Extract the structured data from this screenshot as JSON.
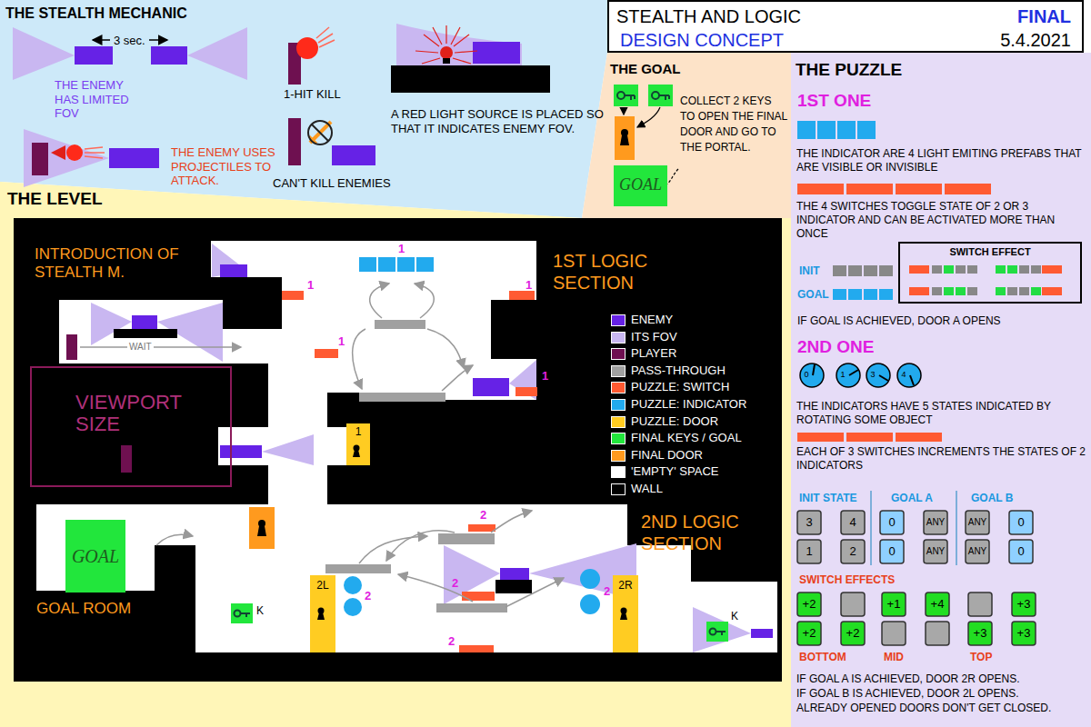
{
  "diagram": {
    "title": "STEALTH AND LOGIC",
    "nodes": [
      {
        "text": [
          "DESIGN CONCEPT",
          "FINAL",
          "5.4.2021"
        ]
      },
      {
        "text": [
          "GOAL"
        ]
      },
      {
        "text": [
          "VIEWPORT SIZE"
        ]
      },
      {
        "text": [
          "1"
        ]
      },
      {
        "text": [
          "GOAL"
        ]
      },
      {
        "text": [
          "2L"
        ]
      },
      {
        "text": [
          "2R"
        ]
      },
      {
        "text": [
          "SWITCH EFFECT"
        ]
      }
    ],
    "labels": [
      "THE STEALTH MECHANIC",
      "3 sec.",
      "THE ENEMY HAS LIMITED FOV",
      "1-HIT KILL",
      "A RED LIGHT SOURCE IS PLACED SO THAT IT INDICATES ENEMY FOV.",
      "THE ENEMY USES PROJECTILES TO ATTACK.",
      "CAN'T KILL ENEMIES",
      "THE LEVEL",
      "THE GOAL",
      "COLLECT 2 KEYS TO OPEN THE FINAL DOOR AND GO TO THE PORTAL.",
      "INTRODUCTION OF STEALTH M.",
      "1ST LOGIC SECTION",
      "WAIT",
      "2ND LOGIC SECTION",
      "GOAL ROOM",
      "K",
      "K",
      "1",
      "1",
      "1",
      "1",
      "1",
      "2",
      "2",
      "2",
      "2",
      "2",
      "THE PUZZLE",
      "1ST ONE",
      "THE INDICATOR ARE 4 LIGHT EMITING PREFABS THAT ARE VISIBLE OR INVISIBLE",
      "THE 4 SWITCHES TOGGLE STATE OF 2 OR 3 INDICATOR AND CAN BE ACTIVATED MORE THAN ONCE",
      "INIT",
      "GOAL",
      "IF GOAL IS ACHIEVED, DOOR A OPENS",
      "2ND ONE",
      "0",
      "1",
      "3",
      "4",
      "THE INDICATORS HAVE 5 STATES INDICATED BY ROTATING SOME OBJECT",
      "EACH OF 3 SWITCHES INCREMENTS THE STATES OF 2 INDICATORS",
      "INIT STATE",
      "GOAL A",
      "GOAL B",
      "3",
      "4",
      "1",
      "2",
      "0",
      "ANY",
      "0",
      "ANY",
      "ANY",
      "0",
      "ANY",
      "0",
      "SWITCH EFFECTS",
      "+2",
      "+2",
      "+2",
      "+1",
      "+4",
      "+3",
      "+3",
      "+3",
      "BOTTOM",
      "MID",
      "TOP",
      "IF GOAL A IS ACHIEVED, DOOR 2R OPENS.",
      "IF GOAL B IS ACHIEVED, DOOR 2L OPENS.",
      "ALREADY OPENED DOORS DON'T GET CLOSED."
    ],
    "legend": [
      {
        "text": "ENEMY",
        "color": "#6622e6"
      },
      {
        "text": "ITS FOV",
        "color": "#c9b7f1"
      },
      {
        "text": "PLAYER",
        "color": "#6e1050"
      },
      {
        "text": "PASS-THROUGH",
        "color": "#a0a0a0"
      },
      {
        "text": "PUZZLE: SWITCH",
        "color": "#ff5a32"
      },
      {
        "text": "PUZZLE: INDICATOR",
        "color": "#22aaee"
      },
      {
        "text": "PUZZLE: DOOR",
        "color": "#ffcc22"
      },
      {
        "text": "FINAL KEYS / GOAL",
        "color": "#22e63c"
      },
      {
        "text": "FINAL DOOR",
        "color": "#ff9a1e"
      },
      {
        "text": "'EMPTY' SPACE",
        "color": "#ffffff"
      },
      {
        "text": "WALL",
        "color": "#000000"
      }
    ]
  }
}
